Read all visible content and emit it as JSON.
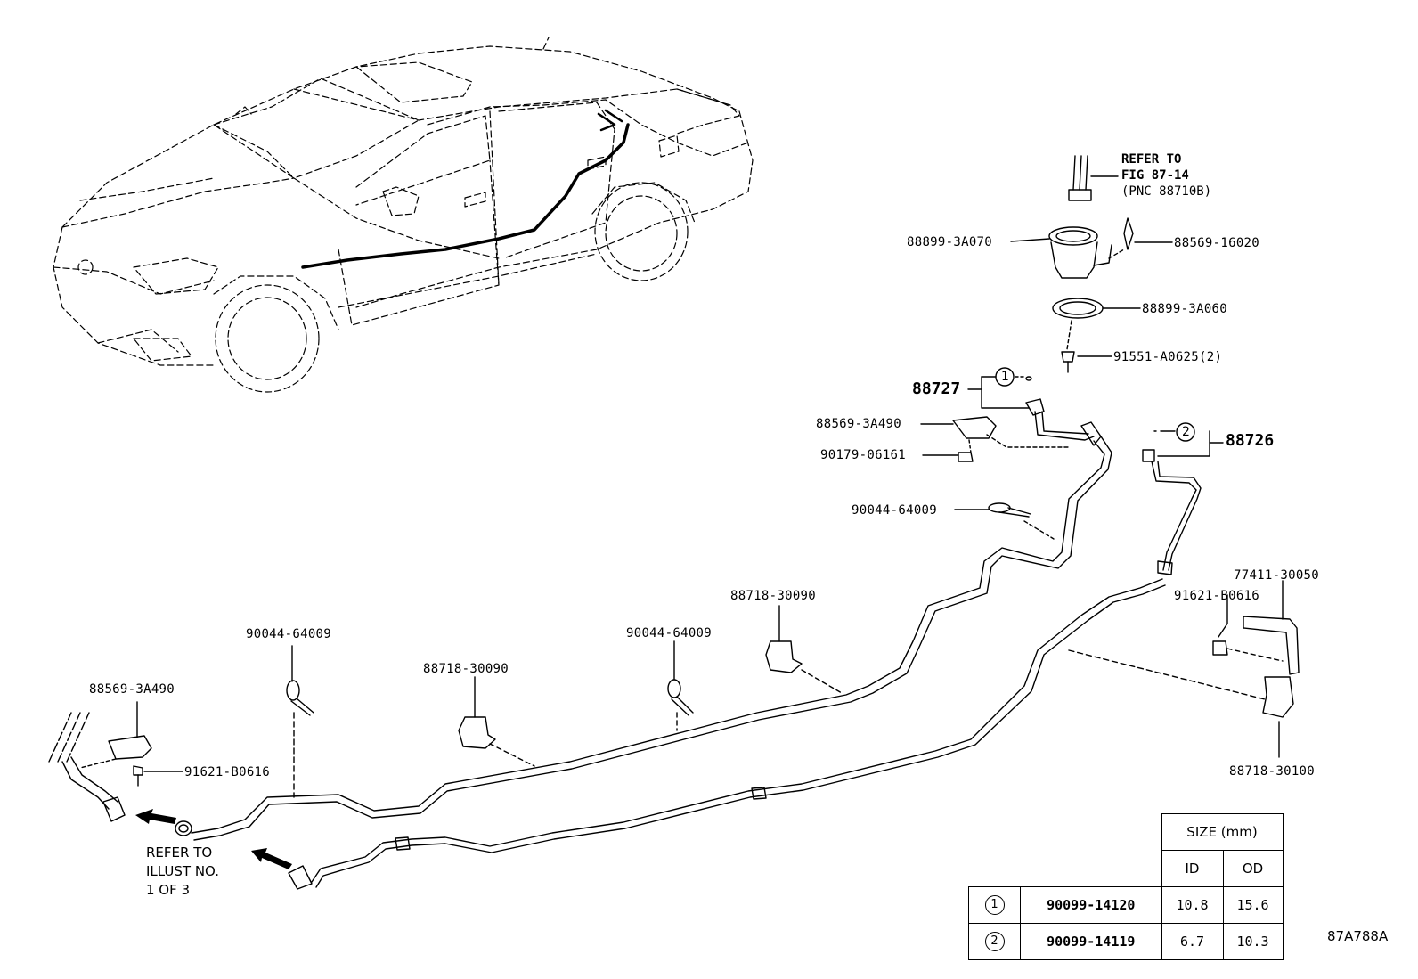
{
  "figure_id": "87A788A",
  "refer_fig": {
    "line1": "REFER TO",
    "line2": "FIG 87-14",
    "line3": "(PNC 88710B)"
  },
  "refer_illust": {
    "line1": "REFER TO",
    "line2": "ILLUST NO.",
    "line3": "1 OF 3"
  },
  "labels": {
    "p88899_3A070": "88899-3A070",
    "p88569_16020": "88569-16020",
    "p88899_3A060": "88899-3A060",
    "p91551": "91551-A0625(2)",
    "p88727": "88727",
    "p88726": "88726",
    "c1": "1",
    "c2": "2",
    "p88569_3A490_top": "88569-3A490",
    "p90179": "90179-06161",
    "p90044_top": "90044-64009",
    "p88718_30090_right": "88718-30090",
    "p77411": "77411-30050",
    "p91621_right": "91621-B0616",
    "p88718_30100": "88718-30100",
    "p90044_mid": "90044-64009",
    "p88718_30090_mid": "88718-30090",
    "p90044_left": "90044-64009",
    "p88569_3A490_left": "88569-3A490",
    "p91621_left": "91621-B0616"
  },
  "size_table": {
    "header": "SIZE (mm)",
    "col_id": "ID",
    "col_od": "OD",
    "rows": [
      {
        "ref": "1",
        "part": "90099-14120",
        "id": "10.8",
        "od": "15.6"
      },
      {
        "ref": "2",
        "part": "90099-14119",
        "id": "6.7",
        "od": "10.3"
      }
    ]
  }
}
